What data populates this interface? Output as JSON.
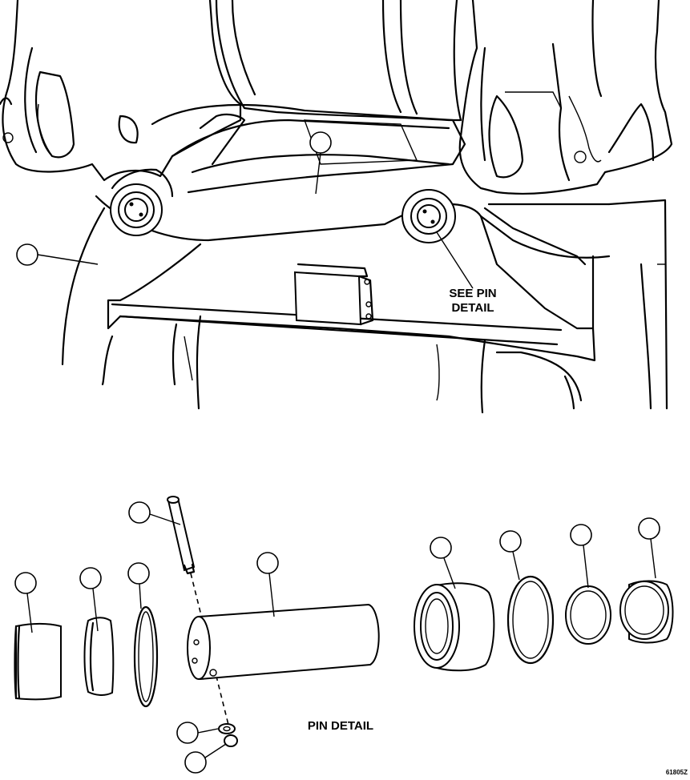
{
  "labels": {
    "see_pin_line1": "SEE PIN",
    "see_pin_line2": "DETAIL",
    "pin_detail": "PIN DETAIL",
    "figure_id": "61805Z"
  },
  "colors": {
    "ink": "#000000",
    "paper": "#ffffff"
  }
}
